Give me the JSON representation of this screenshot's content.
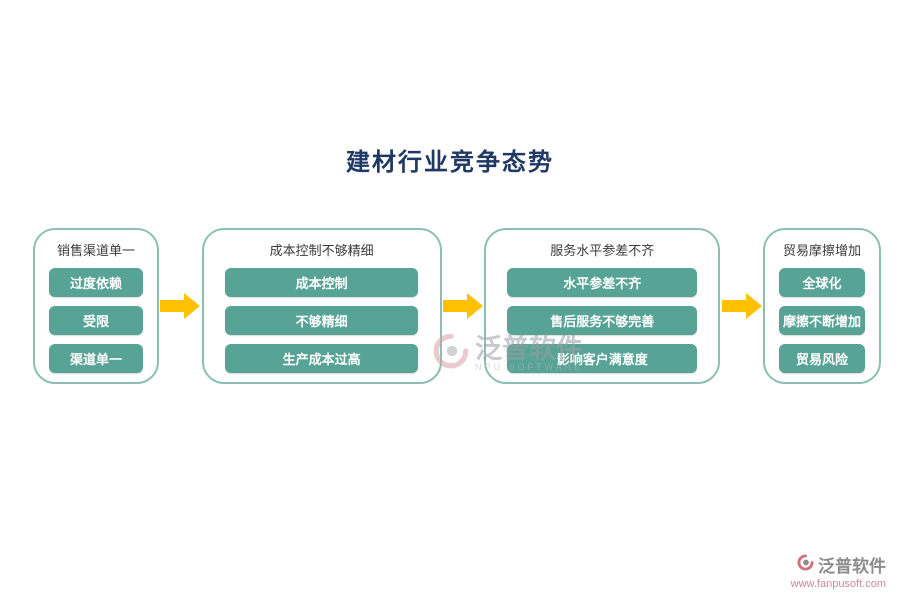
{
  "title": "建材行业竞争态势",
  "boxes": [
    {
      "header": "销售渠道单一",
      "items": [
        "过度依赖",
        "受限",
        "渠道单一"
      ]
    },
    {
      "header": "成本控制不够精细",
      "items": [
        "成本控制",
        "不够精细",
        "生产成本过高"
      ]
    },
    {
      "header": "服务水平参差不齐",
      "items": [
        "水平参差不齐",
        "售后服务不够完善",
        "影响客户满意度"
      ]
    },
    {
      "header": "贸易摩擦增加",
      "items": [
        "全球化",
        "摩擦不断增加",
        "贸易风险"
      ]
    }
  ],
  "watermark_center": {
    "brand": "泛普软件",
    "sub": "NPU SOFTWARE"
  },
  "watermark_footer": {
    "brand": "泛普软件",
    "url": "www.fanpusoft.com"
  },
  "icons": {
    "arrow": "arrow-right",
    "logo": "fanpu-swirl-logo"
  },
  "colors": {
    "title_navy": "#1F3864",
    "box_border_teal": "#8BBFB2",
    "item_fill_teal": "#57A396",
    "arrow_yellow": "#FFC000",
    "watermark_gray": "#9aa0a6",
    "logo_pink": "#e07a88"
  }
}
